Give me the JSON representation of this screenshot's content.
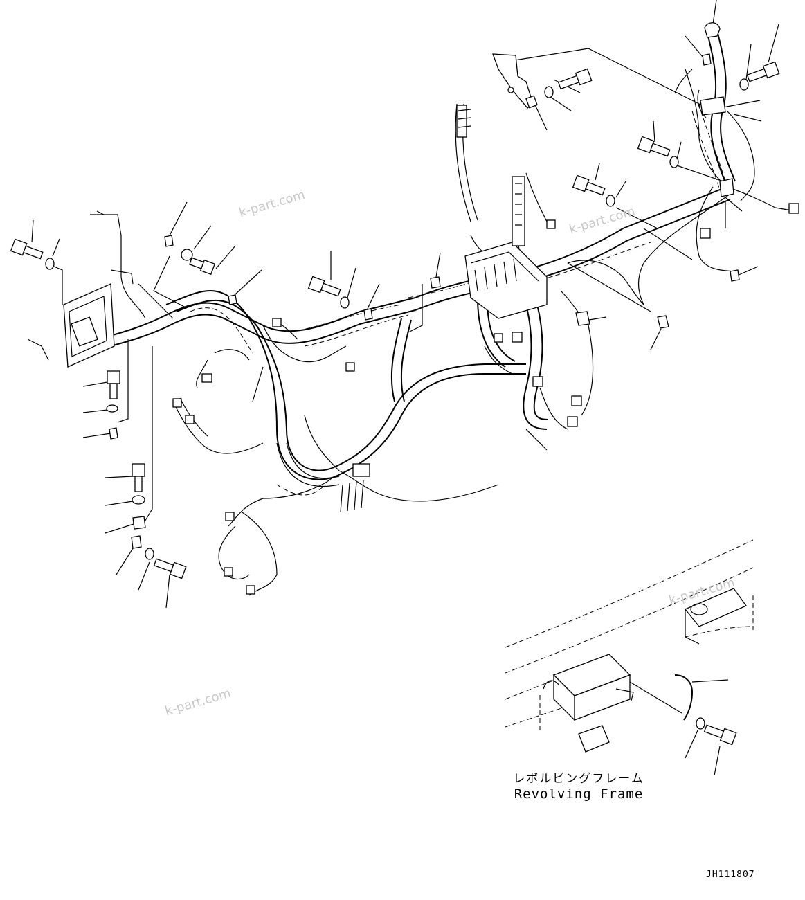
{
  "watermarks": [
    "k-part.com",
    "k-part.com",
    "k-part.com",
    "k-part.com"
  ],
  "frame_label": {
    "japanese": "レボルビングフレーム",
    "english": "Revolving Frame"
  },
  "drawing_number": "JH111807",
  "colors": {
    "line": "#000000",
    "watermark": "#c8c8c8",
    "background": "#ffffff"
  }
}
